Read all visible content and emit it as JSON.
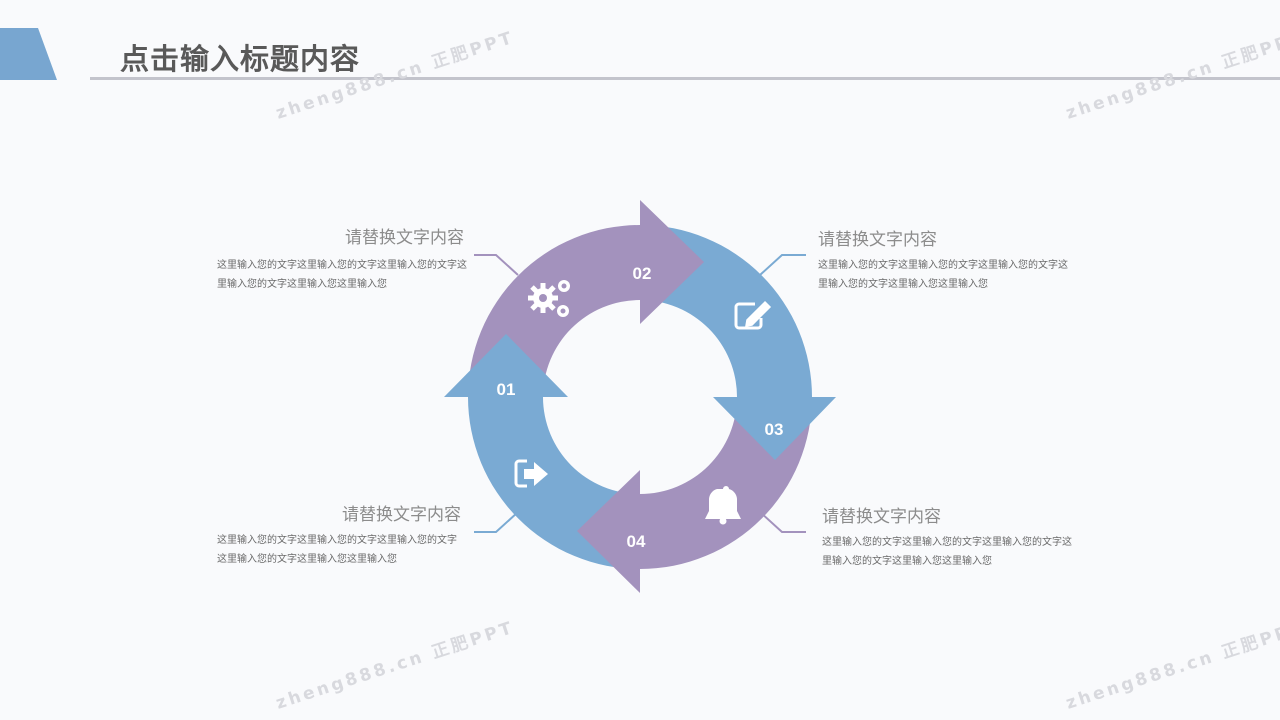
{
  "header": {
    "title": "点击输入标题内容"
  },
  "watermark": "zheng888.cn 正肥PPT",
  "colors": {
    "purple": "#a392bd",
    "blue": "#7aaad3",
    "accent": "#78a6d0"
  },
  "steps": [
    {
      "number": "01",
      "icon": "sign-in-icon",
      "heading": "请替换文字内容",
      "body": "这里输入您的文字这里输入您的文字这里输入您的文字这里输入您的文字这里输入您这里输入您"
    },
    {
      "number": "02",
      "icon": "gears-icon",
      "heading": "请替换文字内容",
      "body": "这里输入您的文字这里输入您的文字这里输入您的文字这里输入您的文字这里输入您这里输入您"
    },
    {
      "number": "03",
      "icon": "edit-icon",
      "heading": "请替换文字内容",
      "body": "这里输入您的文字这里输入您的文字这里输入您的文字这里输入您的文字这里输入您这里输入您"
    },
    {
      "number": "04",
      "icon": "bell-icon",
      "heading": "请替换文字内容",
      "body": "这里输入您的文字这里输入您的文字这里输入您的文字这里输入您的文字这里输入您这里输入您"
    }
  ]
}
